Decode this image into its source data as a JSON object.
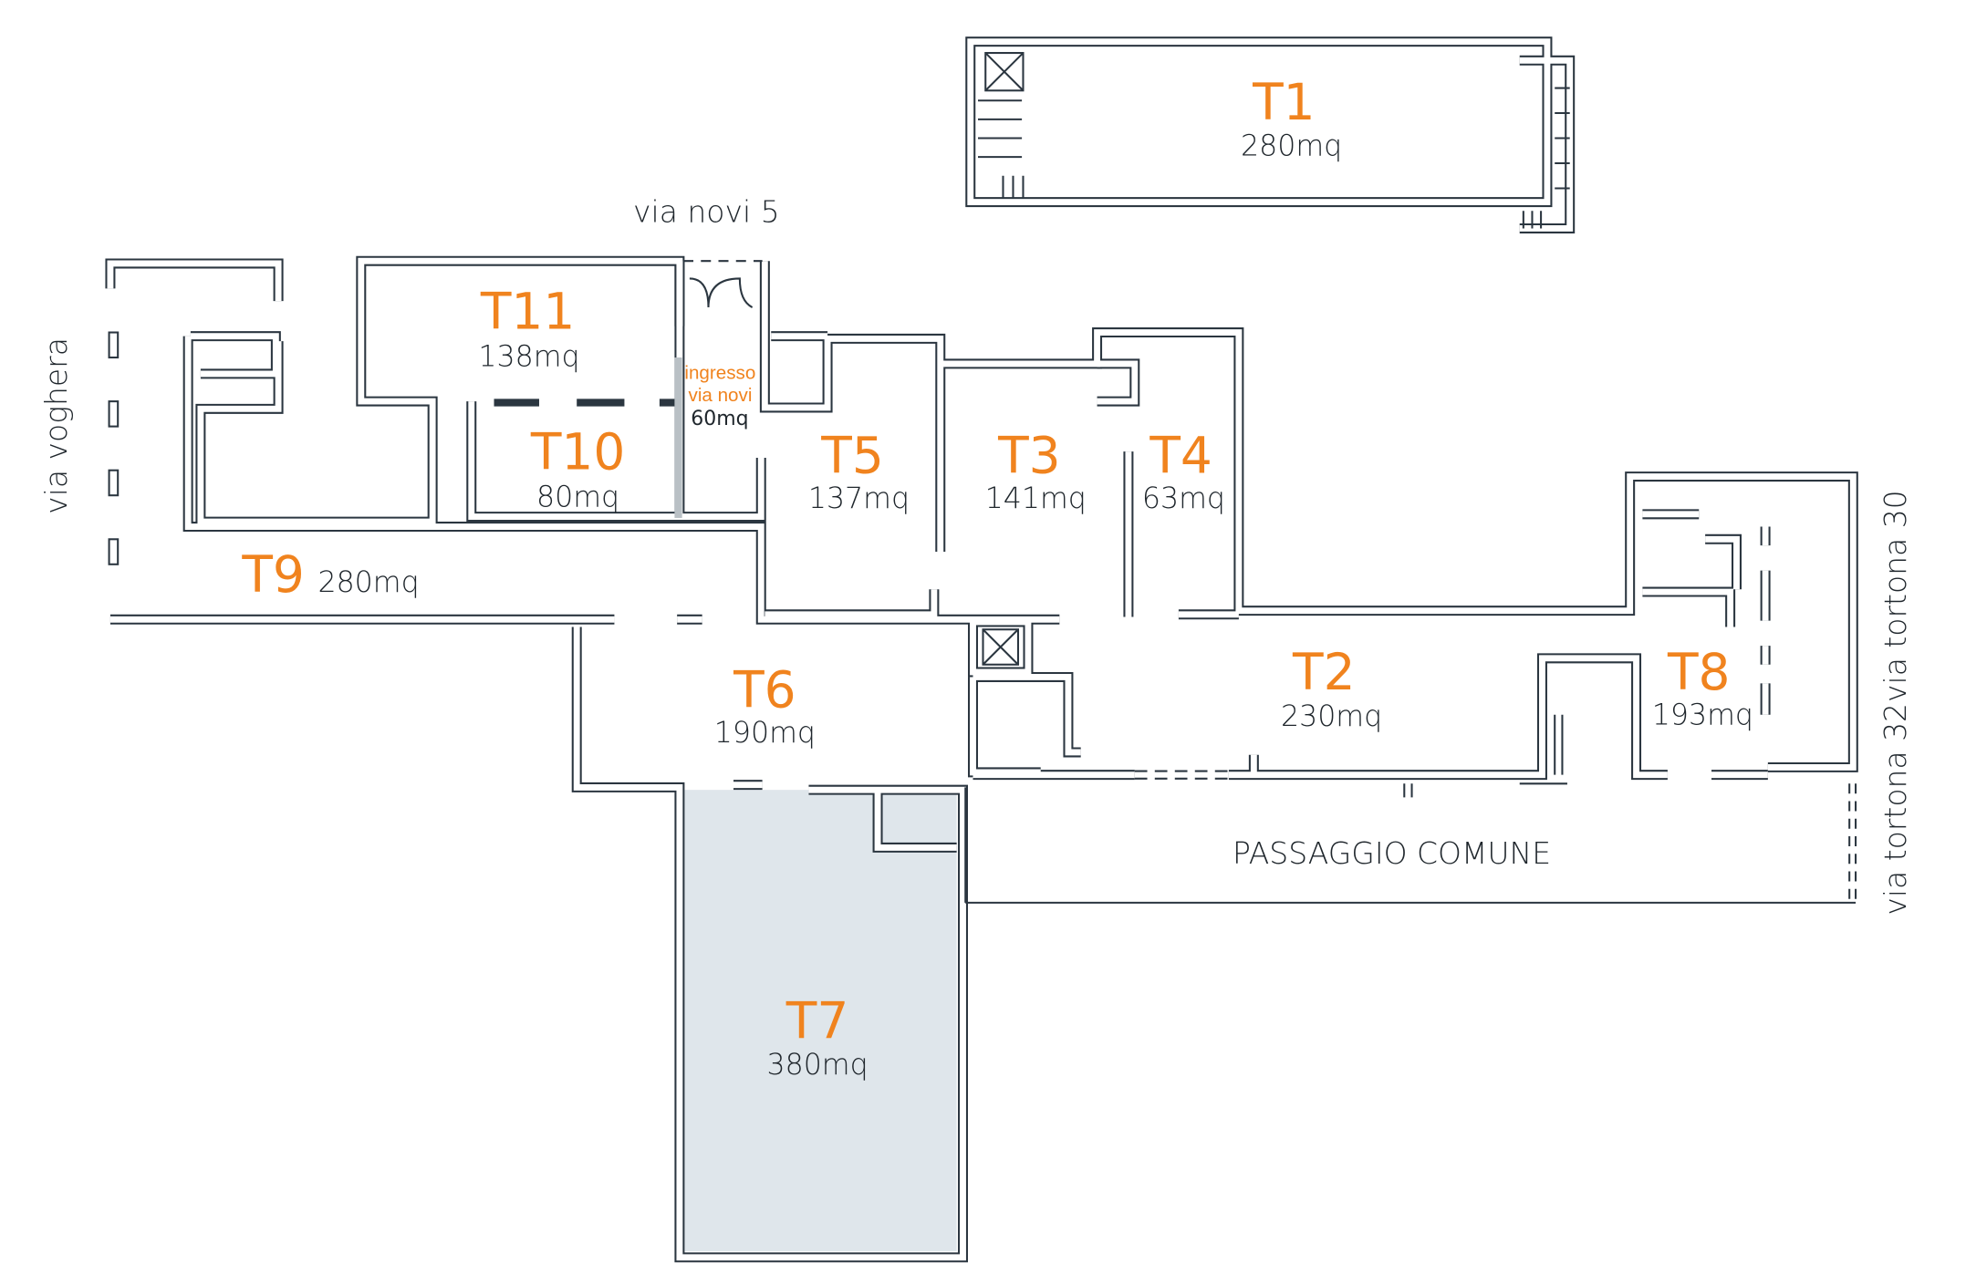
{
  "plan": {
    "colors": {
      "accent": "#f0831e",
      "wall": "#2b3640",
      "highlight_fill": "#dfe6eb"
    },
    "streets": {
      "via_novi": "via novi 5",
      "via_voghera": "via voghera",
      "via_tortona_30": "via tortona 30",
      "via_tortona_32": "via tortona 32",
      "passaggio": "PASSAGGIO COMUNE"
    },
    "units": [
      {
        "code": "T1",
        "area": "280mq"
      },
      {
        "code": "T2",
        "area": "230mq"
      },
      {
        "code": "T3",
        "area": "141mq"
      },
      {
        "code": "T4",
        "area": "63mq"
      },
      {
        "code": "T5",
        "area": "137mq"
      },
      {
        "code": "T6",
        "area": "190mq"
      },
      {
        "code": "T7",
        "area": "380mq",
        "highlighted": true
      },
      {
        "code": "T8",
        "area": "193mq"
      },
      {
        "code": "T9",
        "area": "280mq"
      },
      {
        "code": "T10",
        "area": "80mq"
      },
      {
        "code": "T11",
        "area": "138mq"
      }
    ],
    "entrance": {
      "line1": "ingresso",
      "line2": "via novi",
      "area": "60mq"
    }
  }
}
